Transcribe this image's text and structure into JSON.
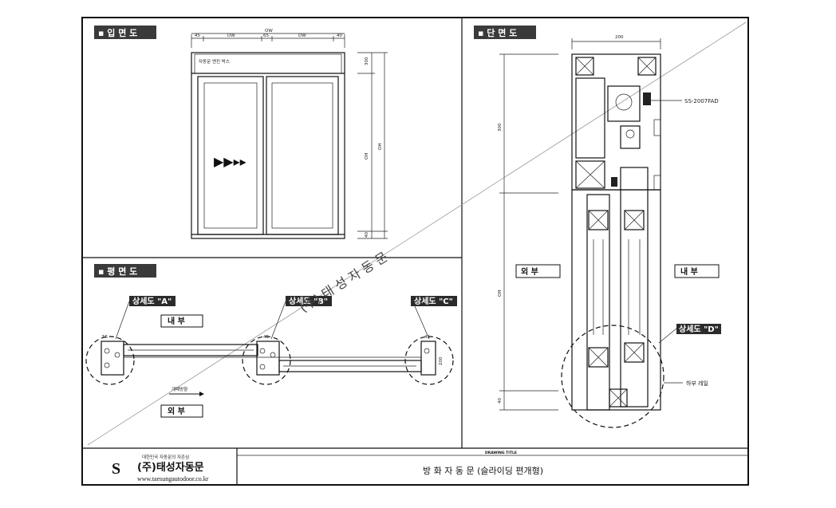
{
  "panels": {
    "elevation": {
      "tag": "▪ 입 면 도",
      "header_label": "자동문 엔진 박스",
      "arrow_glyph": "▶▶▸▸"
    },
    "section": {
      "tag": "▪ 단 면 도",
      "part_label": "SS-2007FAD",
      "outside": "외   부",
      "inside": "내   부",
      "detail_d": "상세도 \"D\"",
      "rail_label": "하부 레일"
    },
    "plan": {
      "tag": "▪ 평 면 도",
      "detail_a": "상세도 \"A\"",
      "detail_b": "상세도 \"B\"",
      "detail_c": "상세도 \"C\"",
      "inside": "내   부",
      "outside": "외   부",
      "open_direction": "개폐방향"
    }
  },
  "dimensions": {
    "elevation_top": [
      "45",
      "DW",
      "65",
      "DW",
      "40"
    ],
    "elevation_total": "OW",
    "elevation_right": [
      "300",
      "OH",
      "OH",
      "40"
    ],
    "section_top": "200",
    "section_left": [
      "300",
      "OH",
      "40"
    ],
    "plan_small": [
      "55",
      "45",
      "45",
      "200"
    ]
  },
  "watermark": {
    "text": "(주) 태 성 자 동 문"
  },
  "title_block": {
    "company_tagline": "대한민국 자동문의 자존심",
    "company_name": "(주)태성자동문",
    "website": "www.taesungautodoor.co.kr",
    "drawing_title_header": "DRAWING TITLE",
    "drawing_title": "방 화 자 동 문 (슬라이딩 편개형)"
  }
}
